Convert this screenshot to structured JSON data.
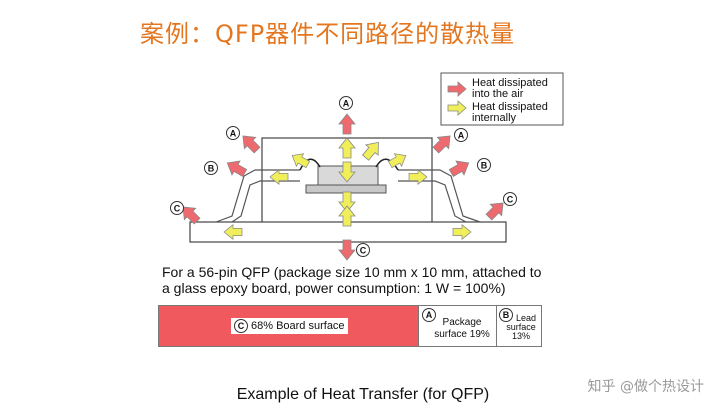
{
  "title": "案例：QFP器件不同路径的散热量",
  "legend": {
    "air_line1": "Heat dissipated",
    "air_line2": "into the air",
    "internal_line1": "Heat dissipated",
    "internal_line2": "internally"
  },
  "path_labels": {
    "a": "A",
    "b": "B",
    "c": "C"
  },
  "colors": {
    "air_arrow": "#ee6a6e",
    "internal_arrow": "#f0ee5a",
    "board_bar": "#f05a5e",
    "title": "#e3761f"
  },
  "note": {
    "line1": "For a 56-pin QFP (package size 10 mm x 10 mm, attached to",
    "line2": "a glass epoxy board, power consumption: 1 W = 100%)"
  },
  "breakdown": {
    "board": {
      "letter": "C",
      "label": "68% Board surface",
      "percent": 68
    },
    "package": {
      "letter": "A",
      "line1": "Package",
      "line2": "surface 19%",
      "percent": 19
    },
    "lead": {
      "letter": "B",
      "line1": "Lead",
      "line2": "surface",
      "line3": "13%",
      "percent": 13
    }
  },
  "caption": "Example of Heat Transfer (for QFP)",
  "watermark": "知乎 @做个热设计"
}
